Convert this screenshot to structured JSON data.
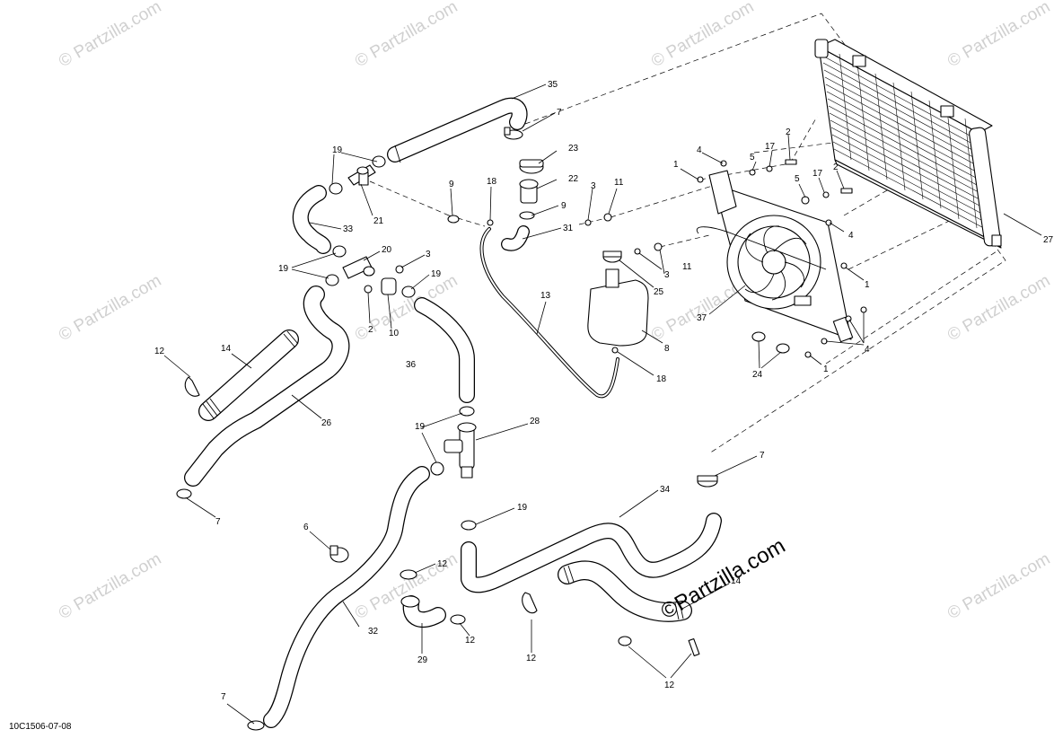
{
  "diagram_code": "10C1506-07-08",
  "watermark_text": "© Partzilla.com",
  "watermark_main": "©Partzilla.com",
  "callouts": {
    "c1a": "1",
    "c1b": "1",
    "c1c": "1",
    "c2a": "2",
    "c2b": "2",
    "c2c": "2",
    "c3a": "3",
    "c3b": "3",
    "c3c": "3",
    "c4a": "4",
    "c4b": "4",
    "c4c": "4",
    "c5a": "5",
    "c5b": "5",
    "c6": "6",
    "c7a": "7",
    "c7b": "7",
    "c7c": "7",
    "c7d": "7",
    "c8": "8",
    "c9a": "9",
    "c9b": "9",
    "c10": "10",
    "c11a": "11",
    "c11b": "11",
    "c12a": "12",
    "c12b": "12",
    "c12c": "12",
    "c12d": "12",
    "c12e": "12",
    "c13": "13",
    "c14a": "14",
    "c14b": "14",
    "c17a": "17",
    "c17b": "17",
    "c18a": "18",
    "c18b": "18",
    "c19a": "19",
    "c19b": "19",
    "c19c": "19",
    "c19d": "19",
    "c19e": "19",
    "c20": "20",
    "c21": "21",
    "c22": "22",
    "c23": "23",
    "c24": "24",
    "c25": "25",
    "c26": "26",
    "c27": "27",
    "c28": "28",
    "c29": "29",
    "c31": "31",
    "c32": "32",
    "c33": "33",
    "c34": "34",
    "c35": "35",
    "c36": "36",
    "c37": "37"
  }
}
